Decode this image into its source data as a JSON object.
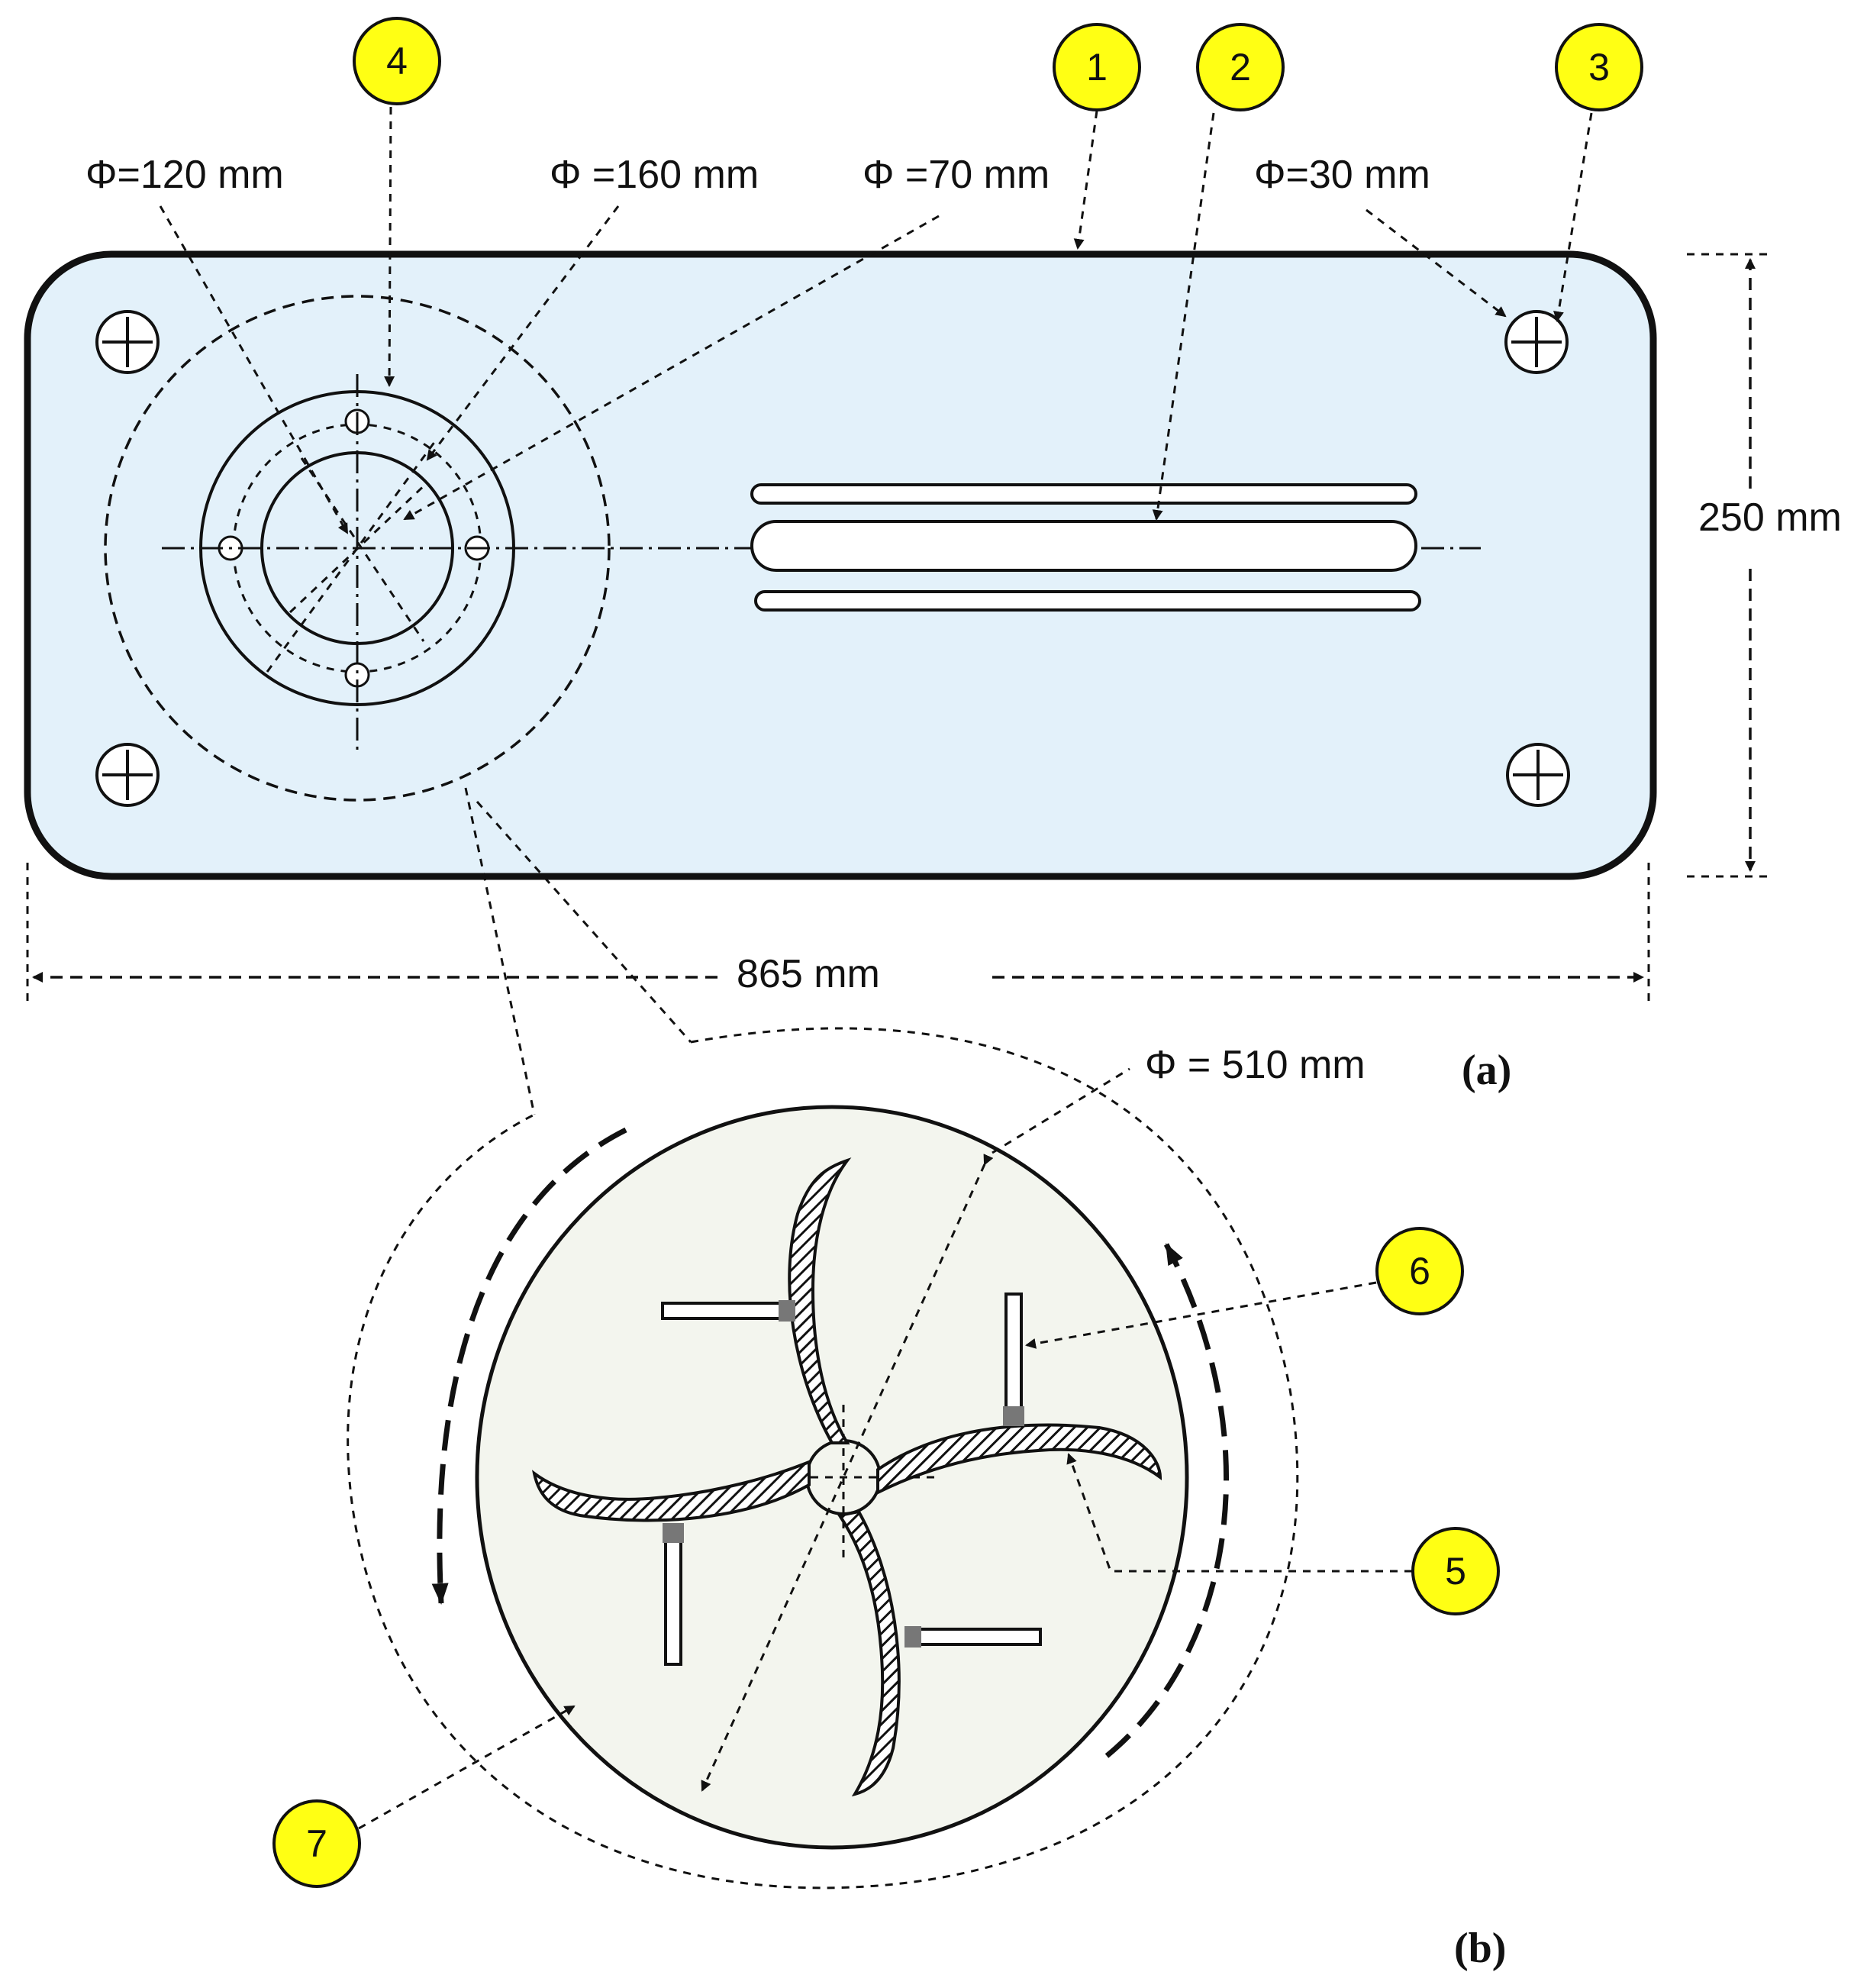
{
  "diagram": {
    "panel_a": {
      "label": "(a)",
      "dimensions": {
        "phi_120": "Φ=120 mm",
        "phi_160": "Φ =160 mm",
        "phi_70": "Φ =70 mm",
        "phi_30": "Φ=30 mm",
        "height": "250 mm",
        "width": "865 mm"
      }
    },
    "panel_b": {
      "label": "(b)",
      "dimensions": {
        "phi_510": "Φ = 510 mm"
      }
    },
    "callouts": [
      "1",
      "2",
      "3",
      "4",
      "5",
      "6",
      "7"
    ],
    "colors": {
      "plate_fill": "#e3f1fa",
      "disk_fill": "#f3f5ee",
      "callout_fill": "#ffff14",
      "stroke": "#111111"
    }
  }
}
